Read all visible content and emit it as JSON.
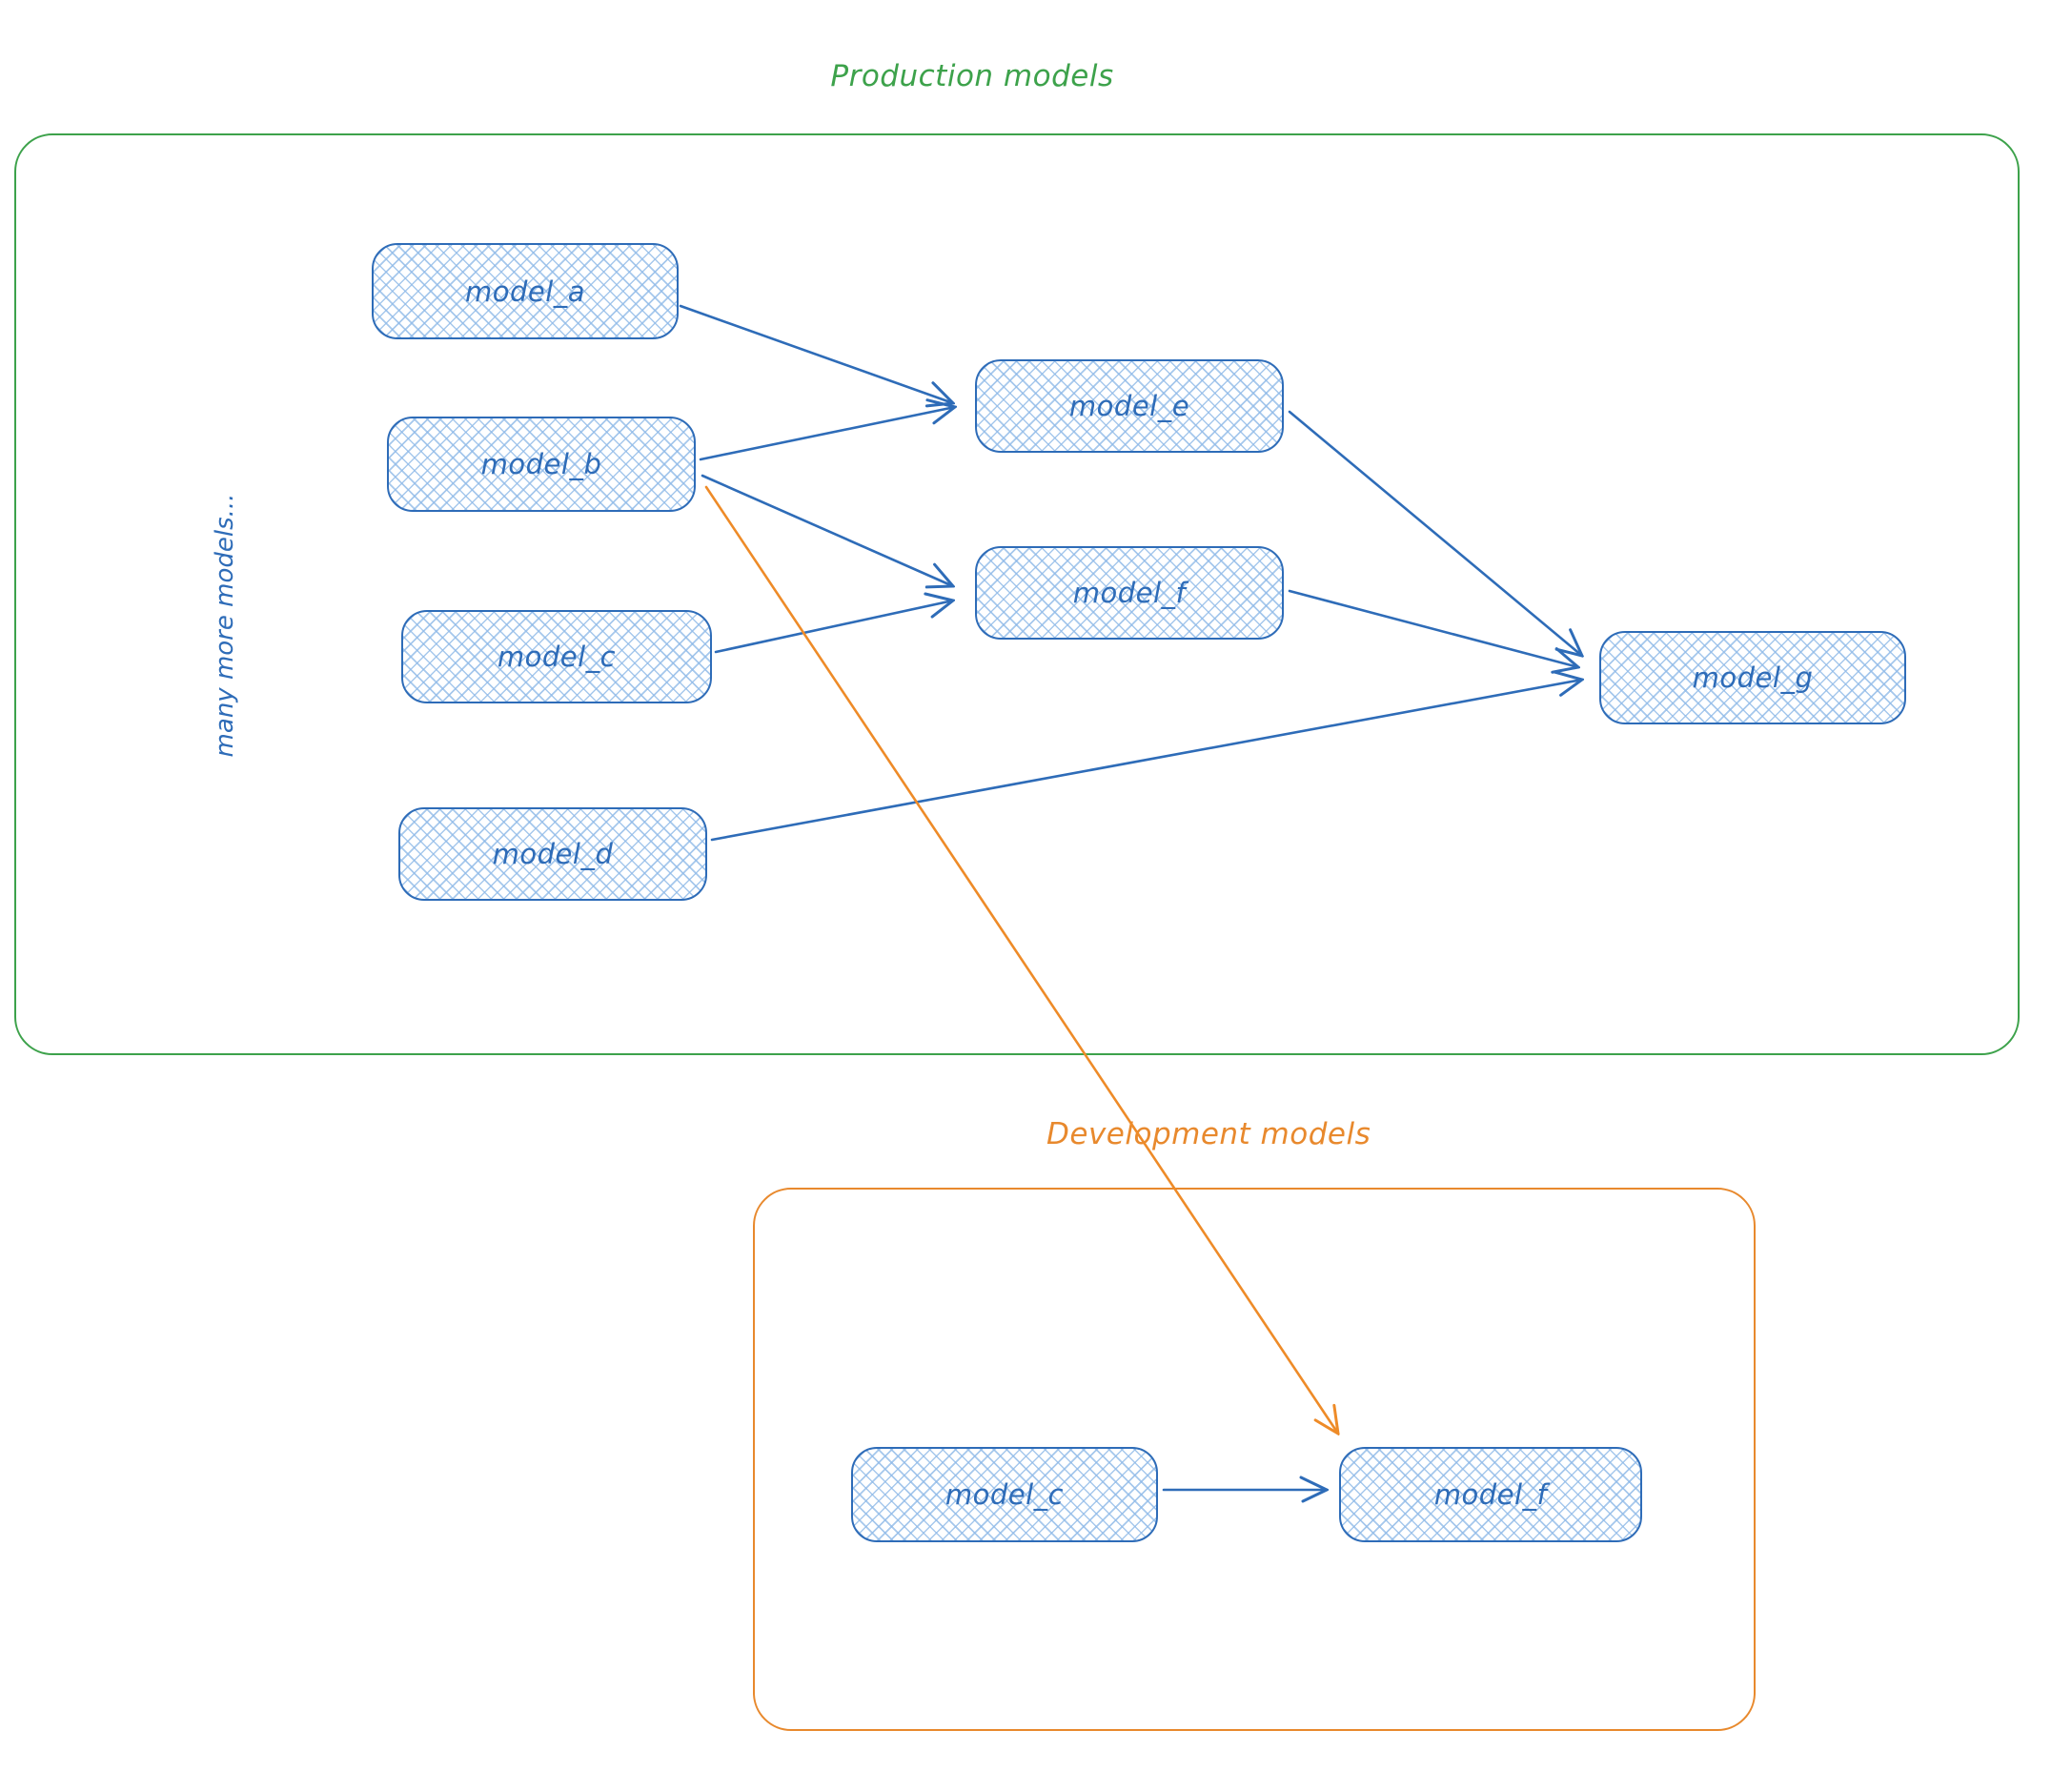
{
  "production": {
    "title": "Production models",
    "side_note": "many more models...",
    "nodes": [
      {
        "id": "model_a",
        "label": "model_a"
      },
      {
        "id": "model_b",
        "label": "model_b"
      },
      {
        "id": "model_c",
        "label": "model_c"
      },
      {
        "id": "model_d",
        "label": "model_d"
      },
      {
        "id": "model_e",
        "label": "model_e"
      },
      {
        "id": "model_f",
        "label": "model_f"
      },
      {
        "id": "model_g",
        "label": "model_g"
      }
    ]
  },
  "development": {
    "title": "Development models",
    "nodes": [
      {
        "id": "model_c",
        "label": "model_c"
      },
      {
        "id": "model_f",
        "label": "model_f"
      }
    ]
  },
  "edges": [
    {
      "from": "production.model_a",
      "to": "production.model_e",
      "color": "blue"
    },
    {
      "from": "production.model_b",
      "to": "production.model_e",
      "color": "blue"
    },
    {
      "from": "production.model_b",
      "to": "production.model_f",
      "color": "blue"
    },
    {
      "from": "production.model_c",
      "to": "production.model_f",
      "color": "blue"
    },
    {
      "from": "production.model_e",
      "to": "production.model_g",
      "color": "blue"
    },
    {
      "from": "production.model_f",
      "to": "production.model_g",
      "color": "blue"
    },
    {
      "from": "production.model_d",
      "to": "production.model_g",
      "color": "blue"
    },
    {
      "from": "production.model_b",
      "to": "development.model_f",
      "color": "orange"
    },
    {
      "from": "development.model_c",
      "to": "development.model_f",
      "color": "blue"
    }
  ],
  "colors": {
    "node_stroke": "#2e6cb8",
    "node_fill_hatch": "#a5c9ed",
    "node_text": "#2e6cb8",
    "production_container": "#3da24b",
    "development_container": "#e8892d",
    "arrow_blue": "#2e6cb8",
    "arrow_orange": "#ee8b28"
  }
}
